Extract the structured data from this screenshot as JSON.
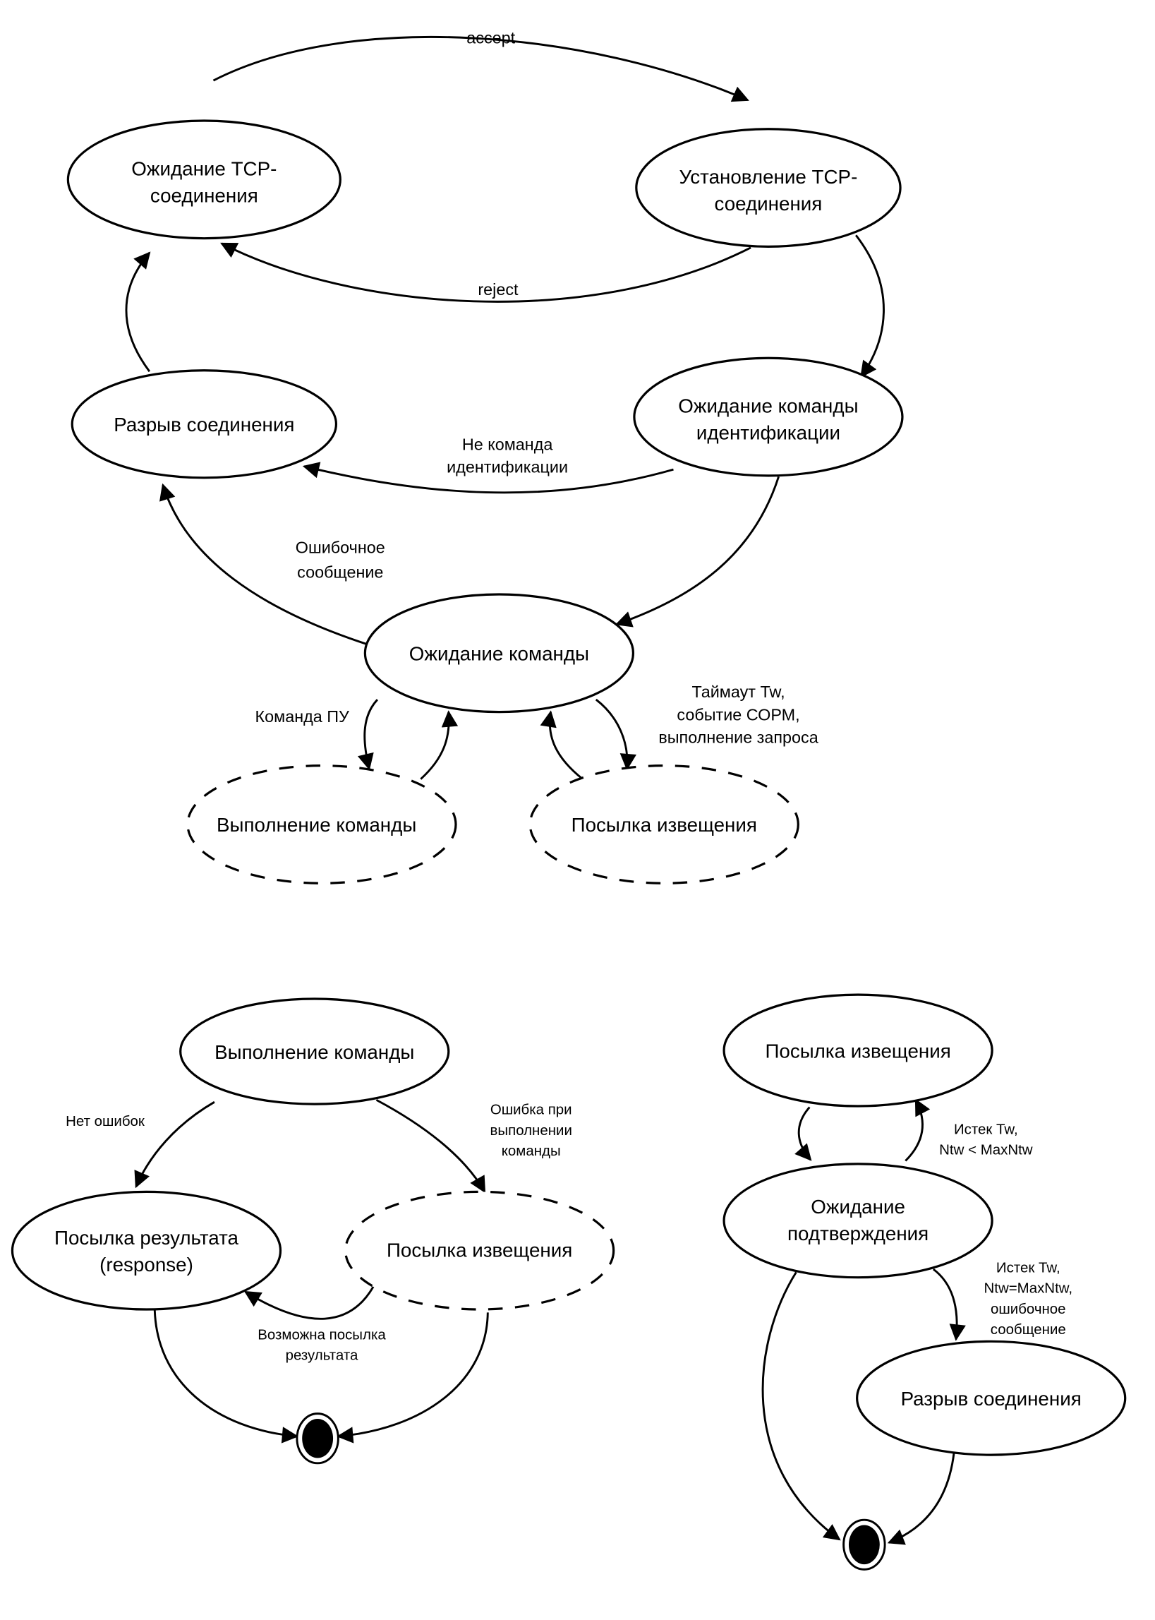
{
  "diagram_title": "",
  "colors": {
    "line": "#000000",
    "background": "#ffffff",
    "final_fill": "#000000"
  },
  "top": {
    "states": {
      "wait_tcp": [
        "Ожидание TCP-",
        "соединения"
      ],
      "establish_tcp": [
        "Установление TCP-",
        "соединения"
      ],
      "disconnect": [
        "Разрыв соединения"
      ],
      "wait_ident": [
        "Ожидание команды",
        "идентификации"
      ],
      "wait_cmd": [
        "Ожидание команды"
      ],
      "exec_cmd": [
        "Выполнение команды"
      ],
      "send_notice": [
        "Посылка извещения"
      ]
    },
    "edges": {
      "accept": [
        "accept"
      ],
      "reject": [
        "reject"
      ],
      "not_ident": [
        "Не команда",
        "идентификации"
      ],
      "error_msg": [
        "Ошибочное",
        "сообщение"
      ],
      "pu_cmd": [
        "Команда ПУ"
      ],
      "timeout": [
        "Таймаут Tw,",
        "событие СОРМ,",
        "выполнение запроса"
      ]
    }
  },
  "bottom_left": {
    "states": {
      "exec_cmd": [
        "Выполнение команды"
      ],
      "send_result": [
        "Посылка результата",
        "(response)"
      ],
      "send_notice": [
        "Посылка извещения"
      ]
    },
    "edges": {
      "no_errors": [
        "Нет ошибок"
      ],
      "exec_error": [
        "Ошибка при",
        "выполнении",
        "команды"
      ],
      "maybe_result": [
        "Возможна посылка",
        "результата"
      ]
    }
  },
  "bottom_right": {
    "states": {
      "send_notice": [
        "Посылка извещения"
      ],
      "wait_ack": [
        "Ожидание",
        "подтверждения"
      ],
      "disconnect": [
        "Разрыв соединения"
      ]
    },
    "edges": {
      "retry": [
        "Истек Tw,",
        "Ntw < MaxNtw"
      ],
      "give_up": [
        "Истек Tw,",
        "Ntw=MaxNtw,",
        "ошибочное",
        "сообщение"
      ]
    }
  }
}
